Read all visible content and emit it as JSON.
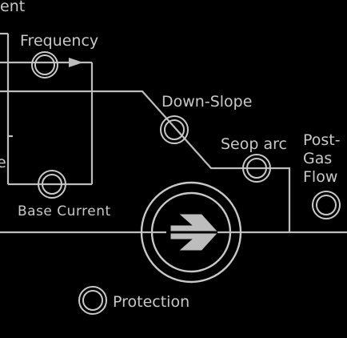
{
  "labels": {
    "current_partial": "ent",
    "frequency": "Frequency",
    "down_slope": "Down-Slope",
    "seop_arc": "Seop arc",
    "post_gas_line1": "Post-",
    "post_gas_line2": "Gas",
    "post_gas_line3": "Flow",
    "base_current": "Base Current",
    "protection": "Protection",
    "edge_partial": "e"
  },
  "icons": {
    "center": "arrow-right-icon",
    "knob": "led-indicator-icon"
  },
  "colors": {
    "background": "#000000",
    "line": "#bdbdbd",
    "text": "#c8c8c8"
  }
}
